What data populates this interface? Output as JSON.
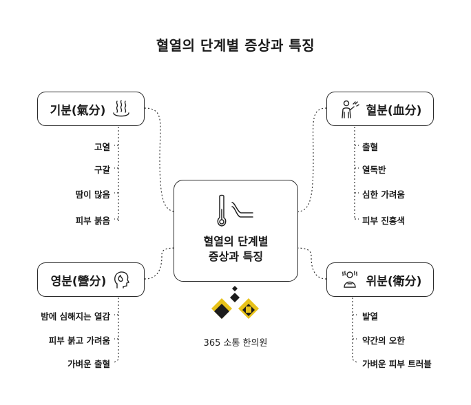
{
  "title": "혈열의 단계별 증상과 특징",
  "center": {
    "line1": "혈열의 단계별",
    "line2": "증상과 특징"
  },
  "stages": {
    "gibun": {
      "label": "기분(氣分)",
      "icon": "steam-icon",
      "items": [
        "고열",
        "구갈",
        "땀이 많음",
        "피부 붉음"
      ]
    },
    "hyeolbun": {
      "label": "혈분(血分)",
      "icon": "itching-person-icon",
      "items": [
        "출혈",
        "열독반",
        "심한 가려움",
        "피부 진홍색"
      ]
    },
    "yeongbun": {
      "label": "영분(營分)",
      "icon": "head-flame-icon",
      "items": [
        "밤에 심해지는 열감",
        "피부 붉고 가려움",
        "가벼운 출혈"
      ]
    },
    "wibun": {
      "label": "위분(衛分)",
      "icon": "fever-person-icon",
      "items": [
        "발열",
        "약간의 오한",
        "가벼운 피부 트러블"
      ]
    }
  },
  "logo": {
    "text": "365 소통 한의원",
    "icon": "diamond-logo-icon"
  },
  "colors": {
    "logo_gold": "#e8c21a",
    "logo_dark": "#1c1c1c",
    "line": "#333333"
  }
}
